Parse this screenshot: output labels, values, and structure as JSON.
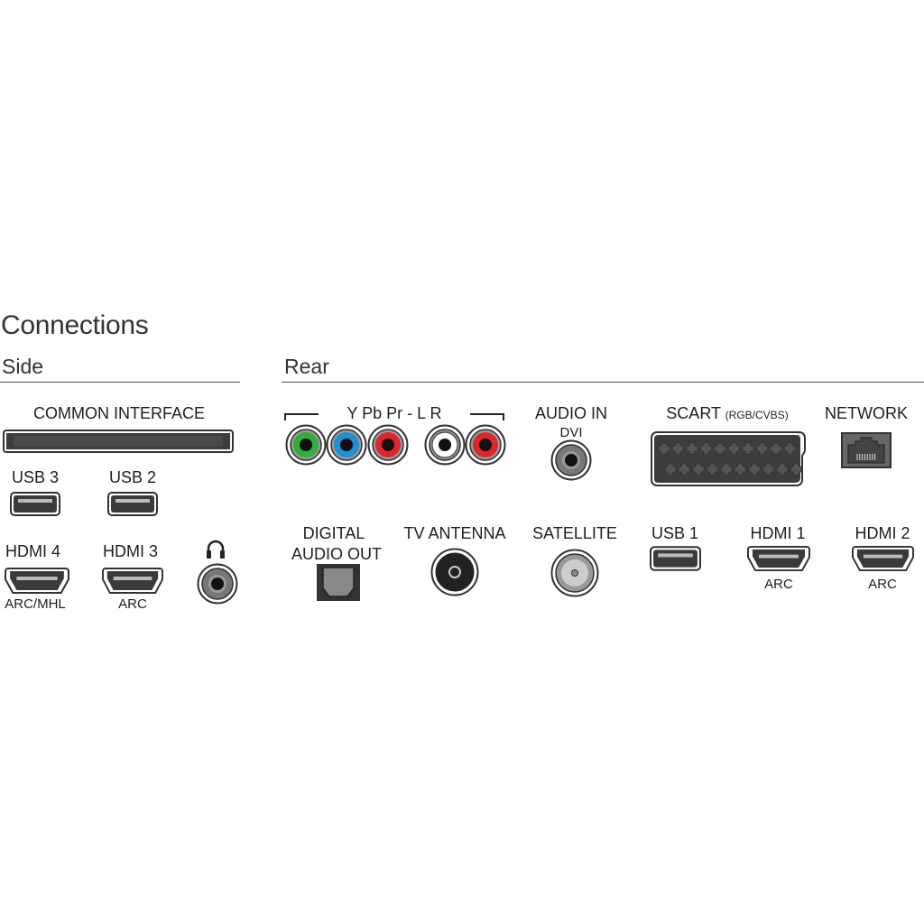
{
  "title": "Connections",
  "side": {
    "heading": "Side",
    "common_interface": "COMMON INTERFACE",
    "usb3": "USB 3",
    "usb2": "USB 2",
    "hdmi4": "HDMI 4",
    "hdmi4_sub": "ARC/MHL",
    "hdmi3": "HDMI 3",
    "hdmi3_sub": "ARC",
    "headphone_icon": "headphones-icon"
  },
  "rear": {
    "heading": "Rear",
    "component": "Y Pb Pr - L R",
    "audio_in": "AUDIO IN",
    "audio_in_sub": "DVI",
    "scart": "SCART",
    "scart_sub": "(RGB/CVBS)",
    "network": "NETWORK",
    "digital_audio_out_1": "DIGITAL",
    "digital_audio_out_2": "AUDIO OUT",
    "tv_antenna": "TV ANTENNA",
    "satellite": "SATELLITE",
    "usb1": "USB 1",
    "hdmi1": "HDMI 1",
    "hdmi1_sub": "ARC",
    "hdmi2": "HDMI 2",
    "hdmi2_sub": "ARC"
  },
  "colors": {
    "green": "#2fae3b",
    "blue": "#1f8fd6",
    "red": "#e0262b",
    "white": "#ffffff",
    "port": "#3a3a3a"
  }
}
